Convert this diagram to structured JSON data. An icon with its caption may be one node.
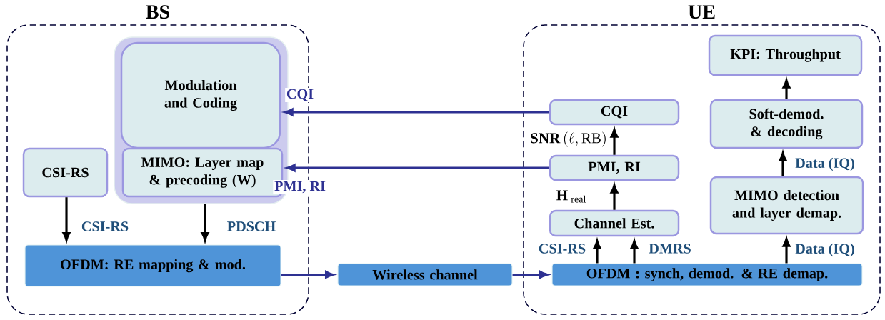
{
  "diagram": {
    "nodes": [
      {
        "text": [
          "BS"
        ]
      },
      {
        "text": [
          "UE"
        ]
      },
      {
        "text": [],
        "shape": "box",
        "in": 0
      },
      {
        "text": [
          "Modulation and Coding"
        ],
        "in": 2
      },
      {
        "text": [
          "MIMO: Layer map & precoding (W)"
        ],
        "in": 2
      },
      {
        "text": [
          "CSI-RS"
        ],
        "in": 0
      },
      {
        "text": [
          "OFDM: RE mapping & mod."
        ],
        "in": 0
      },
      {
        "text": [
          "Wireless channel"
        ]
      },
      {
        "text": [
          "KPI: Throughput"
        ],
        "in": 1
      },
      {
        "text": [
          "CQI"
        ],
        "in": 1
      },
      {
        "text": [
          "Soft-demod. & decoding"
        ],
        "in": 1
      },
      {
        "text": [
          "PMI, RI"
        ],
        "in": 1
      },
      {
        "text": [
          "MIMO detection and layer demap."
        ],
        "in": 1
      },
      {
        "text": [
          "Channel Est."
        ],
        "in": 1
      },
      {
        "text": [
          "OFDM : synch, demod. & RE demap."
        ],
        "in": 1
      }
    ],
    "edges": [
      {
        "from": 9,
        "to": 3,
        "arrow": "to",
        "label": "CQI",
        "color": "#2e3192"
      },
      {
        "from": 11,
        "to": 4,
        "arrow": "to",
        "label": "PMI, RI",
        "color": "#2e3192"
      },
      {
        "from": 5,
        "to": 6,
        "arrow": "to",
        "label": "CSI-RS"
      },
      {
        "from": 2,
        "to": 6,
        "arrow": "to",
        "label": "PDSCH"
      },
      {
        "from": 6,
        "to": 7,
        "arrow": "to",
        "color": "#2e3192"
      },
      {
        "from": 7,
        "to": 14,
        "arrow": "to",
        "color": "#2e3192"
      },
      {
        "from": 14,
        "to": 13,
        "arrow": "to",
        "label": "CSI-RS"
      },
      {
        "from": 14,
        "to": 13,
        "arrow": "to",
        "label": "DMRS"
      },
      {
        "from": 13,
        "to": 11,
        "arrow": "to",
        "label": "\\mathbf{H}_{\\;\\mathrm{real}}"
      },
      {
        "from": 11,
        "to": 9,
        "arrow": "to",
        "label": "\\mathbf{SNR}\\left(\\ell,\\mathrm{RB}\\right)"
      },
      {
        "from": 14,
        "to": 12,
        "arrow": "to",
        "label": "Data (IQ)"
      },
      {
        "from": 12,
        "to": 10,
        "arrow": "to",
        "label": "Data (IQ)"
      },
      {
        "from": 10,
        "to": 8,
        "arrow": "to"
      }
    ]
  }
}
